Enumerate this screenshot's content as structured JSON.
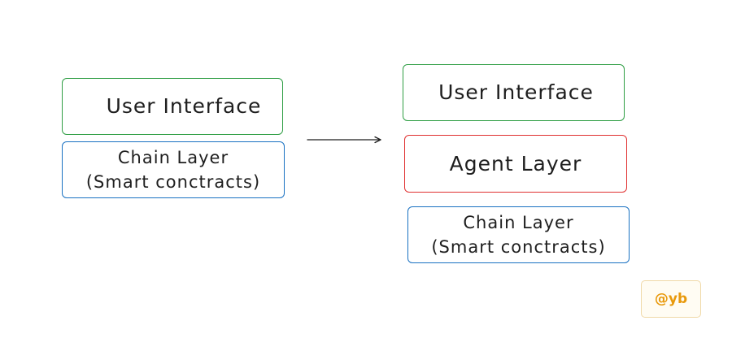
{
  "diagram": {
    "before": {
      "user_interface": "User Interface",
      "chain_layer_line1": "Chain Layer",
      "chain_layer_line2": "(Smart conctracts)"
    },
    "after": {
      "user_interface": "User Interface",
      "agent_layer": "Agent Layer",
      "chain_layer_line1": "Chain Layer",
      "chain_layer_line2": "(Smart conctracts)"
    }
  },
  "colors": {
    "user_interface_border": "#2f9e44",
    "agent_layer_border": "#e03131",
    "chain_layer_border": "#1971c2",
    "text": "#1e1e1e",
    "watermark": "#e8990c"
  },
  "watermark": {
    "text": "@yb"
  }
}
